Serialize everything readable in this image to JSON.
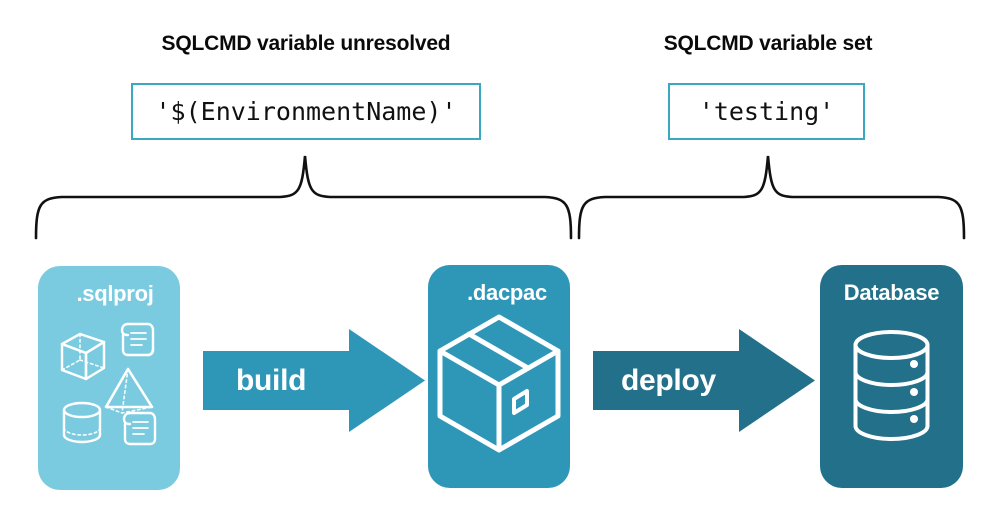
{
  "diagram": {
    "title_left": "SQLCMD variable unresolved",
    "title_right": "SQLCMD variable set",
    "value_left": "'$(EnvironmentName)'",
    "value_right": "'testing'",
    "stages": [
      {
        "label": ".sqlproj",
        "icon": "project-shapes-icon",
        "color": "#7bcbe0"
      },
      {
        "label": ".dacpac",
        "icon": "package-box-icon",
        "color": "#2e97b7"
      },
      {
        "label": "Database",
        "icon": "database-cylinder-icon",
        "color": "#22708a"
      }
    ],
    "arrows": [
      {
        "label": "build",
        "color": "#2e97b7"
      },
      {
        "label": "deploy",
        "color": "#22708a"
      }
    ],
    "braces": [
      {
        "name": "brace-left",
        "spans": ".sqlproj to .dacpac"
      },
      {
        "name": "brace-right",
        "spans": ".dacpac to Database"
      }
    ],
    "colors": {
      "light_teal": "#7bcbe0",
      "mid_teal": "#2e97b7",
      "dark_teal": "#22708a",
      "border_teal": "#3aa8c1",
      "text": "#0a0a0a",
      "background": "#ffffff"
    }
  }
}
